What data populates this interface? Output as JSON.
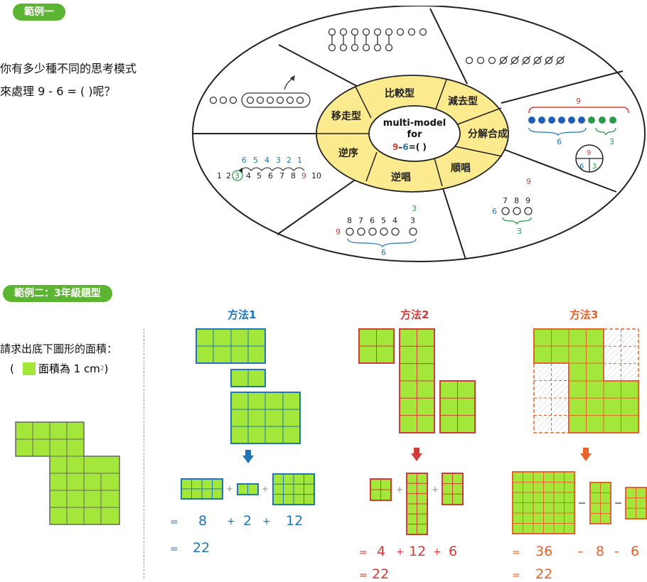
{
  "example1": {
    "badge": "範例一",
    "question": [
      "你有多少種不同的思考模式",
      "來處理 9 - 6 = (    )呢？"
    ],
    "center": {
      "line1": "multi-model",
      "line2": "for",
      "eq_a": "9",
      "eq_op": "–",
      "eq_b": "6",
      "eq_rest": "=(     )"
    },
    "ring": [
      "比較型",
      "減去型",
      "分解合成",
      "順唱",
      "逆唱",
      "逆序",
      "移走型"
    ],
    "counts": {
      "numberline": [
        "1",
        "2",
        "3",
        "4",
        "5",
        "6",
        "7",
        "8",
        "9",
        "10"
      ],
      "backward": [
        "6",
        "5",
        "4",
        "3",
        "2",
        "1"
      ],
      "nine": "9",
      "six": "6",
      "three": "3",
      "forward": [
        "7",
        "8",
        "9"
      ],
      "reverse": [
        "8",
        "7",
        "6",
        "5",
        "4",
        "3"
      ]
    }
  },
  "example2": {
    "badge": "範例二：3年級題型",
    "question": "請求出底下圖形的面積：",
    "unit_open": "(",
    "unit_text": "面積為 1 cm",
    "unit_sup": "2",
    "unit_close": ")",
    "methods": [
      {
        "title": "方法1",
        "color": "#1f75b8",
        "eq1": [
          "=",
          "8",
          "+",
          "2",
          "+",
          "12"
        ],
        "eq2": [
          "=",
          "22"
        ]
      },
      {
        "title": "方法2",
        "color": "#d03c37",
        "eq1": [
          "=",
          "4",
          "+",
          "12",
          "+",
          "6"
        ],
        "eq2": [
          "=",
          "22"
        ]
      },
      {
        "title": "方法3",
        "color": "#e8622b",
        "eq1": [
          "=",
          "36",
          "-",
          "8",
          "-",
          "6"
        ],
        "eq2": [
          "=",
          "22"
        ]
      }
    ]
  },
  "colors": {
    "green_badge": "#5cb531",
    "lime": "#a2e73a",
    "ring_yellow": "#fbeb8e",
    "blue": "#1f75b8",
    "red": "#d03c37",
    "orange": "#e8622b"
  }
}
